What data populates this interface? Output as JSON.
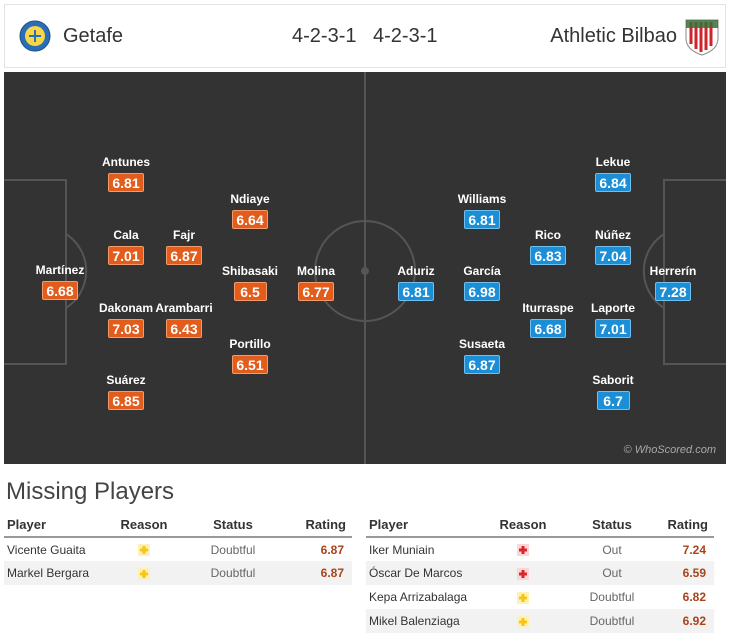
{
  "header": {
    "home_team": "Getafe",
    "away_team": "Athletic Bilbao",
    "home_formation": "4-2-3-1",
    "away_formation": "4-2-3-1"
  },
  "colors": {
    "home_rating": "#e25c1c",
    "away_rating": "#1b8ed6",
    "pitch": "#333333",
    "doubtful_icon": "#f5d33c",
    "out_icon": "#d9262b"
  },
  "home_players": [
    {
      "name": "Martínez",
      "rating": "6.68"
    },
    {
      "name": "Antunes",
      "rating": "6.81"
    },
    {
      "name": "Cala",
      "rating": "7.01"
    },
    {
      "name": "Dakonam",
      "rating": "7.03"
    },
    {
      "name": "Suárez",
      "rating": "6.85"
    },
    {
      "name": "Fajr",
      "rating": "6.87"
    },
    {
      "name": "Arambarri",
      "rating": "6.43"
    },
    {
      "name": "Ndiaye",
      "rating": "6.64"
    },
    {
      "name": "Shibasaki",
      "rating": "6.5"
    },
    {
      "name": "Portillo",
      "rating": "6.51"
    },
    {
      "name": "Molina",
      "rating": "6.77"
    }
  ],
  "away_players": [
    {
      "name": "Aduriz",
      "rating": "6.81"
    },
    {
      "name": "Williams",
      "rating": "6.81"
    },
    {
      "name": "García",
      "rating": "6.98"
    },
    {
      "name": "Susaeta",
      "rating": "6.87"
    },
    {
      "name": "Rico",
      "rating": "6.83"
    },
    {
      "name": "Iturraspe",
      "rating": "6.68"
    },
    {
      "name": "Lekue",
      "rating": "6.84"
    },
    {
      "name": "Núñez",
      "rating": "7.04"
    },
    {
      "name": "Laporte",
      "rating": "7.01"
    },
    {
      "name": "Saborit",
      "rating": "6.7"
    },
    {
      "name": "Herrerín",
      "rating": "7.28"
    }
  ],
  "watermark": "© WhoScored.com",
  "missing": {
    "title": "Missing Players",
    "columns": {
      "player": "Player",
      "reason": "Reason",
      "status": "Status",
      "rating": "Rating"
    },
    "home": [
      {
        "player": "Vicente Guaita",
        "reason_icon": "doubtful-icon",
        "status": "Doubtful",
        "rating": "6.87"
      },
      {
        "player": "Markel Bergara",
        "reason_icon": "doubtful-icon",
        "status": "Doubtful",
        "rating": "6.87"
      }
    ],
    "away": [
      {
        "player": "Iker Muniain",
        "reason_icon": "injury-icon",
        "status": "Out",
        "rating": "7.24"
      },
      {
        "player": "Óscar De Marcos",
        "reason_icon": "injury-icon",
        "status": "Out",
        "rating": "6.59"
      },
      {
        "player": "Kepa Arrizabalaga",
        "reason_icon": "doubtful-icon",
        "status": "Doubtful",
        "rating": "6.82"
      },
      {
        "player": "Mikel Balenziaga",
        "reason_icon": "doubtful-icon",
        "status": "Doubtful",
        "rating": "6.92"
      }
    ]
  }
}
